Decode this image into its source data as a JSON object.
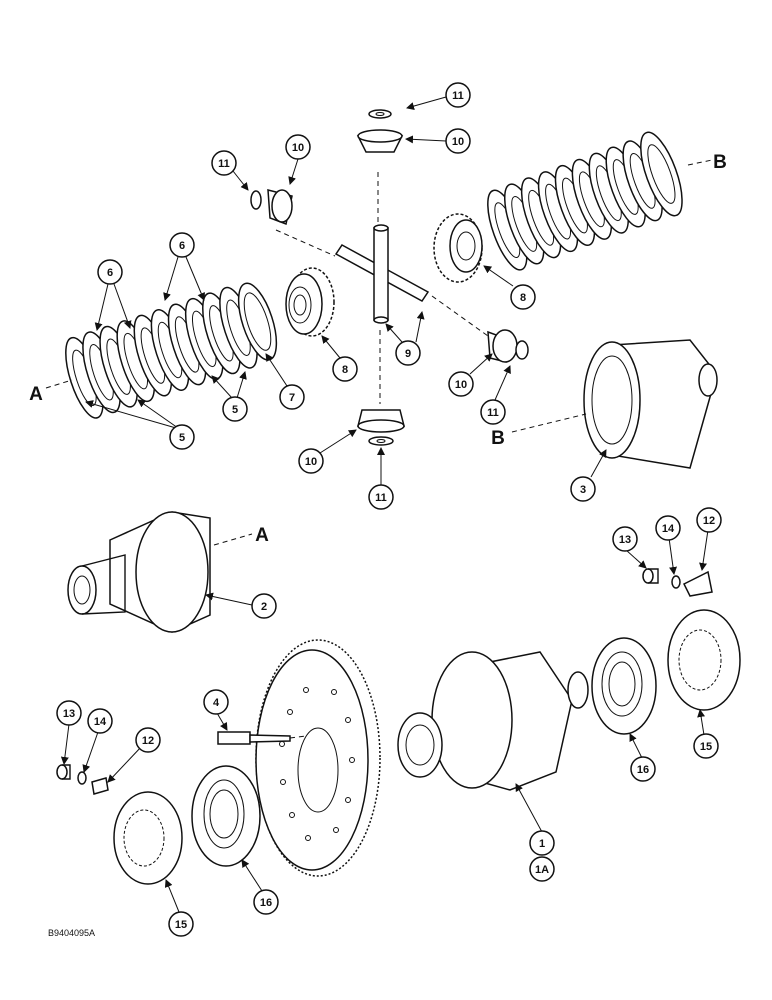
{
  "figure_id": "B9404095A",
  "view_letters": {
    "a_left": "A",
    "a_right": "A",
    "b_top": "B",
    "b_mid": "B"
  },
  "callouts": {
    "c1": "1",
    "c1a": "1A",
    "c2": "2",
    "c3": "3",
    "c4": "4",
    "c5a": "5",
    "c5b": "5",
    "c6a": "6",
    "c6b": "6",
    "c7": "7",
    "c8a": "8",
    "c8b": "8",
    "c9": "9",
    "c10a": "10",
    "c10b": "10",
    "c10c": "10",
    "c10d": "10",
    "c11a": "11",
    "c11b": "11",
    "c11c": "11",
    "c11d": "11",
    "c12a": "12",
    "c12b": "12",
    "c13a": "13",
    "c13b": "13",
    "c14a": "14",
    "c14b": "14",
    "c15a": "15",
    "c15b": "15",
    "c16a": "16",
    "c16b": "16"
  }
}
